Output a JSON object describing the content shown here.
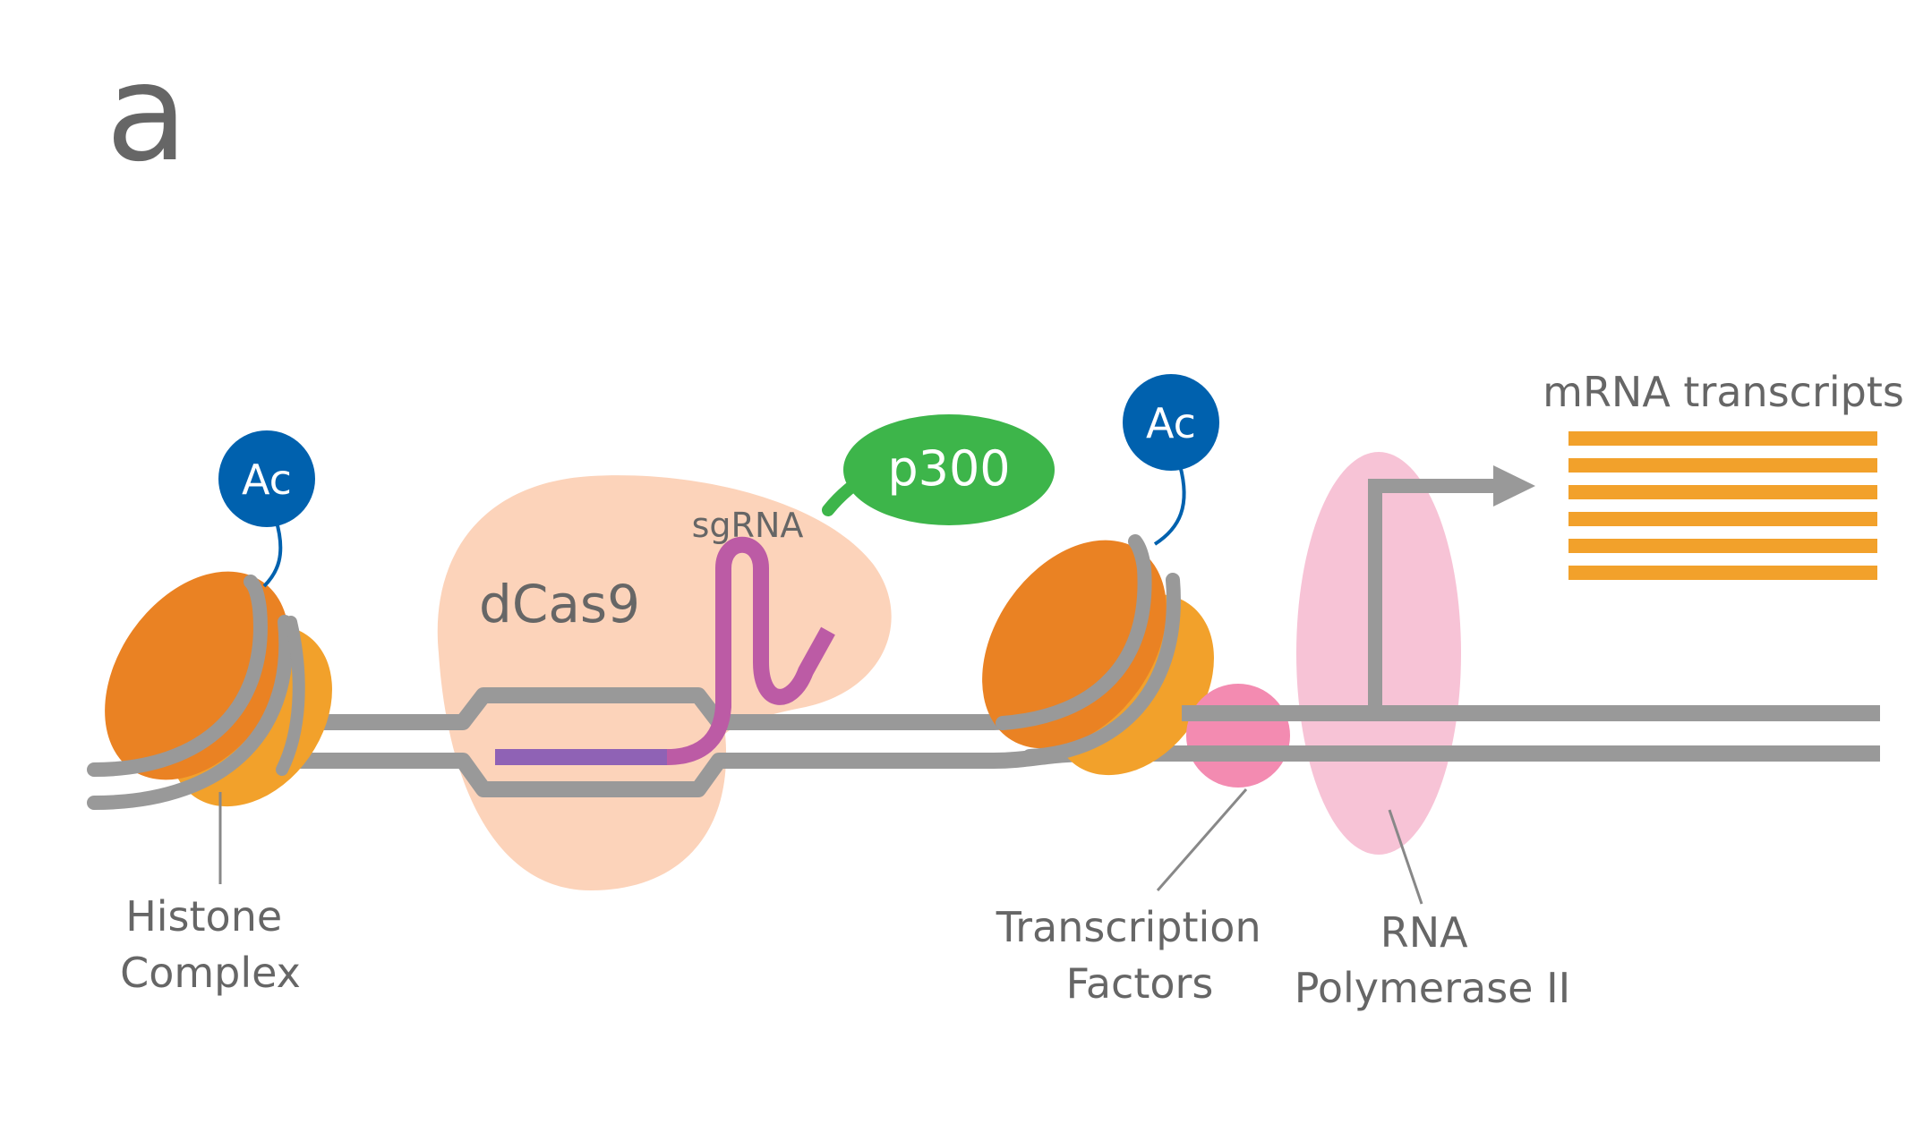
{
  "panel_label": "a",
  "labels": {
    "histone_complex": [
      "Histone",
      "Complex"
    ],
    "dcas9": "dCas9",
    "sgrna": "sgRNA",
    "p300": "p300",
    "acetyl_mark": "Ac",
    "transcription_factors": [
      "Transcription",
      "Factors"
    ],
    "rna_polymerase": [
      "RNA",
      "Polymerase II"
    ],
    "mrna_transcripts": "mRNA transcripts"
  },
  "colors": {
    "text": "#666666",
    "dna": "#999999",
    "histone_dark": "#EA8223",
    "histone_light": "#F2A12B",
    "acetyl": "#0061AE",
    "dcas9": "#FCD3BA",
    "p300": "#3DB54A",
    "sgrna": "#BC5BA5",
    "sgrna_target": "#8F62B5",
    "transcription_factor": "#F38BB1",
    "polymerase": "#F7C3D6",
    "mrna": "#F2A12B"
  },
  "icons": {
    "histone": "nucleosome-icon",
    "acetyl": "acetyl-group-icon",
    "arrow": "transcription-start-arrow-icon"
  }
}
